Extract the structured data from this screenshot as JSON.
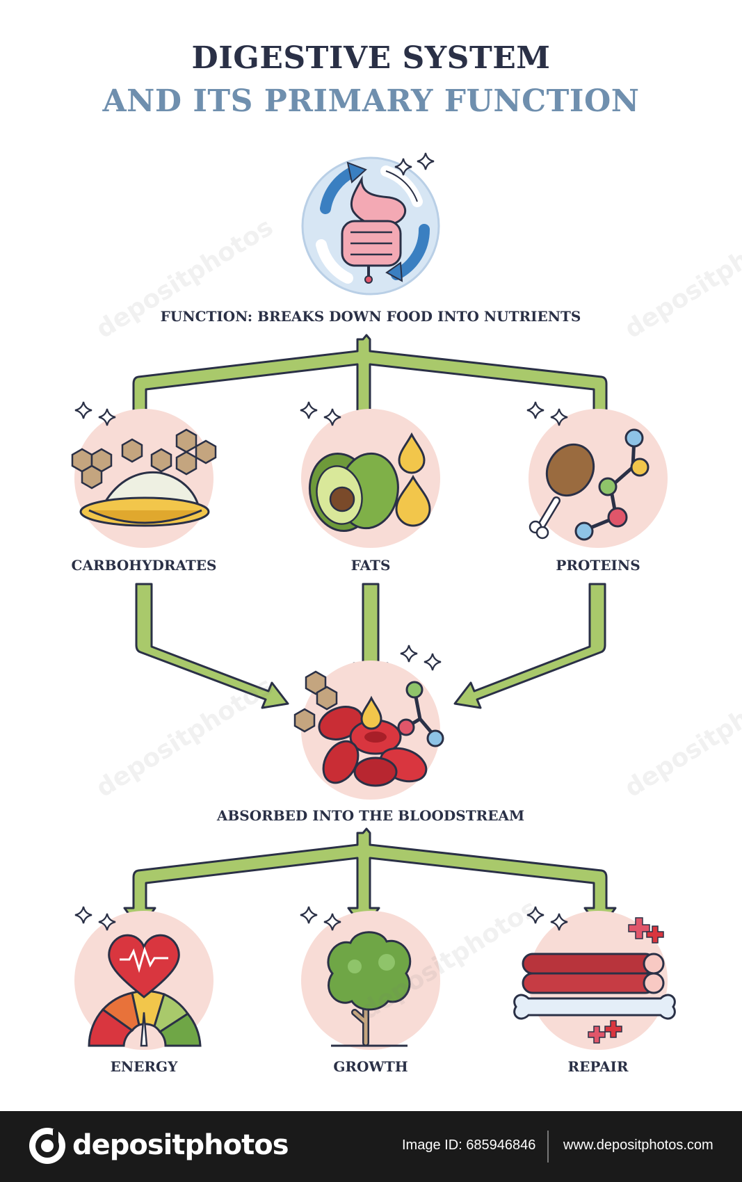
{
  "title": {
    "line1": "DIGESTIVE SYSTEM",
    "line2": "AND ITS PRIMARY FUNCTION"
  },
  "function_label": "FUNCTION: BREAKS DOWN FOOD INTO NUTRIENTS",
  "nutrients": [
    {
      "label": "CARBOHYDRATES",
      "icon": "carbohydrates-icon"
    },
    {
      "label": "FATS",
      "icon": "fats-icon"
    },
    {
      "label": "PROTEINS",
      "icon": "proteins-icon"
    }
  ],
  "absorption_label": "ABSORBED INTO THE BLOODSTREAM",
  "outcomes": [
    {
      "label": "ENERGY",
      "icon": "energy-icon"
    },
    {
      "label": "GROWTH",
      "icon": "growth-icon"
    },
    {
      "label": "REPAIR",
      "icon": "repair-icon"
    }
  ],
  "colors": {
    "title_dark": "#2a3046",
    "title_blue": "#6f8fae",
    "arrow_green": "#a9c96b",
    "circle_pink": "#f8dcd6",
    "circle_blue": "#d7e6f4"
  },
  "footer": {
    "brand": "depositphotos",
    "image_id": "Image ID: 685946846",
    "site": "www.depositphotos.com"
  },
  "watermark": "depositphotos"
}
